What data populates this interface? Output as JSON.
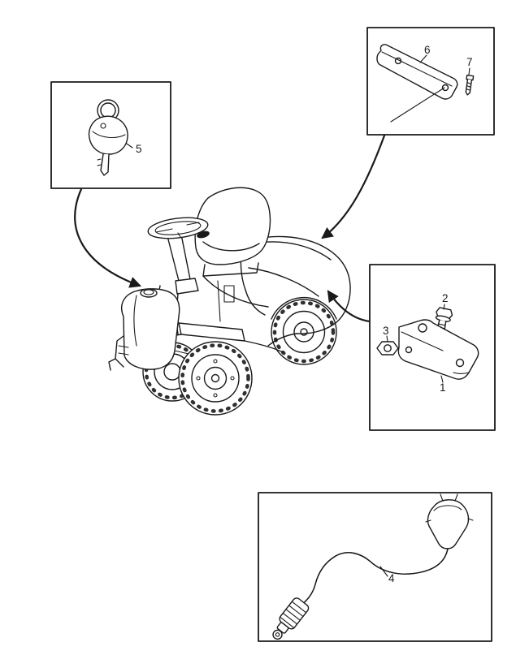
{
  "figure": {
    "background": "#ffffff",
    "line_color": "#1a1a1a",
    "type": "exploded-parts-diagram",
    "subject": "riding-mower",
    "parts": [
      {
        "num": "1",
        "name": "mounting-bracket"
      },
      {
        "num": "2",
        "name": "flange-bolt"
      },
      {
        "num": "3",
        "name": "hex-nut"
      },
      {
        "num": "4",
        "name": "power-cable"
      },
      {
        "num": "5",
        "name": "ignition-key"
      },
      {
        "num": "6",
        "name": "cover-plate"
      },
      {
        "num": "7",
        "name": "screw"
      }
    ]
  }
}
